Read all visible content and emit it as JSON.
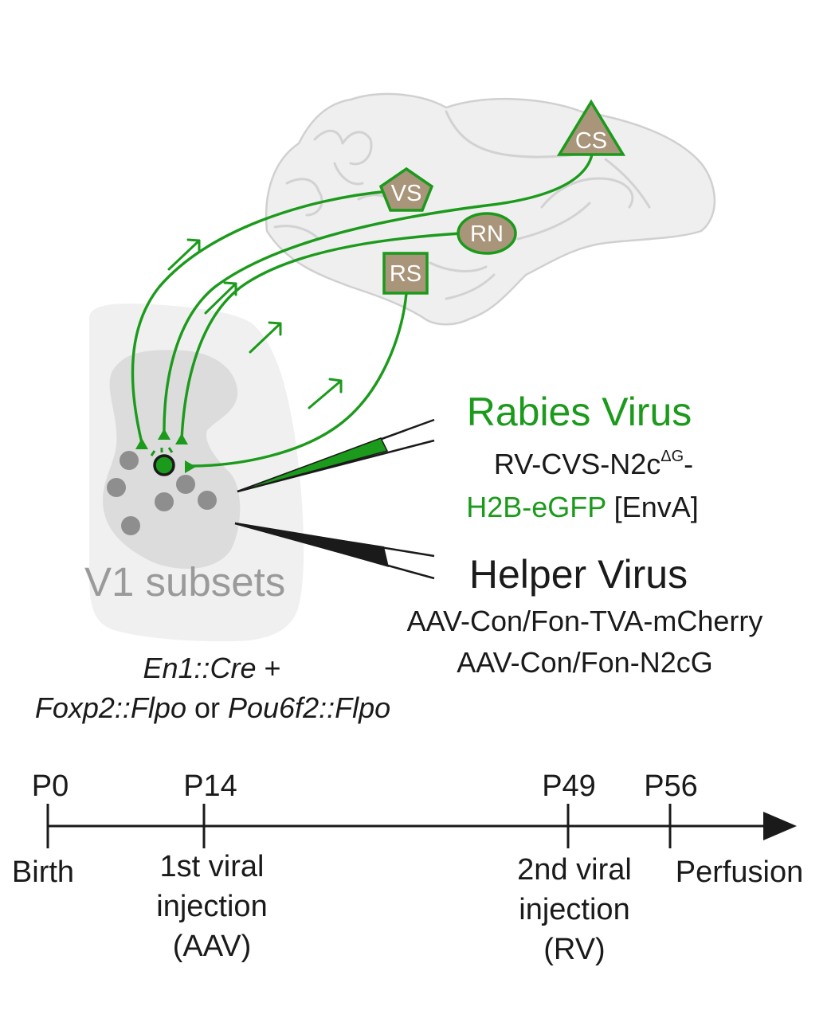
{
  "diagram": {
    "nodes": {
      "cs": {
        "label": "CS"
      },
      "vs": {
        "label": "VS"
      },
      "rn": {
        "label": "RN"
      },
      "rs": {
        "label": "RS"
      }
    },
    "spinal_region_label": "V1 subsets",
    "genotype": {
      "line1_italic": "En1::Cre",
      "line1_plain": " +",
      "line2_italic_a": "Foxp2::Flpo",
      "line2_plain": " or ",
      "line2_italic_b": "Pou6f2::Flpo"
    },
    "rabies": {
      "title": "Rabies Virus",
      "construct_main": "RV-CVS-N2c",
      "construct_super": "ΔG",
      "construct_dash": "-",
      "construct_green": "H2B-eGFP",
      "construct_envelope": " [EnvA]"
    },
    "helper": {
      "title": "Helper Virus",
      "line1": "AAV-Con/Fon-TVA-mCherry",
      "line2": "AAV-Con/Fon-N2cG"
    },
    "colors": {
      "green": "#1b9a1b",
      "node_fill": "#a8957a",
      "gray_text": "#9a9a9a",
      "black": "#1a1a1a"
    }
  },
  "timeline": {
    "ticks": [
      {
        "label": "P0",
        "event": [
          "Birth"
        ]
      },
      {
        "label": "P14",
        "event": [
          "1st viral",
          "injection",
          "(AAV)"
        ]
      },
      {
        "label": "P49",
        "event": [
          "2nd viral",
          "injection",
          "(RV)"
        ]
      },
      {
        "label": "P56",
        "event": [
          "Perfusion"
        ]
      }
    ]
  }
}
